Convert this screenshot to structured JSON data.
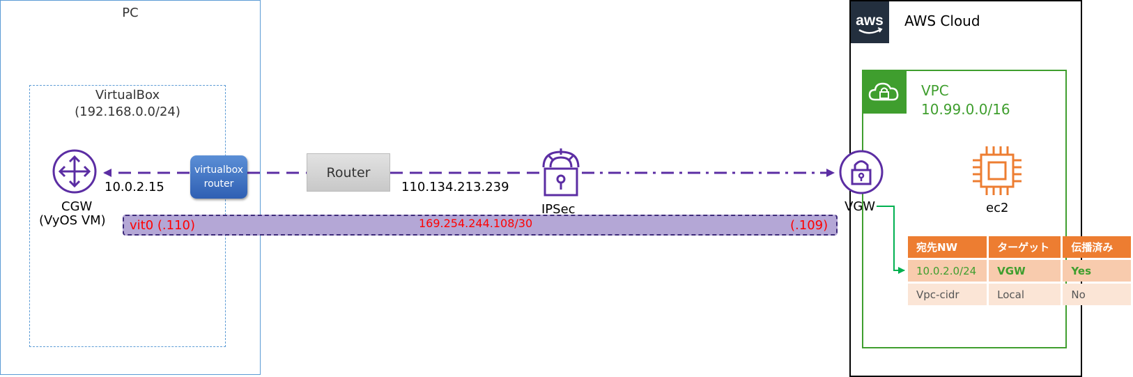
{
  "pc": {
    "label": "PC"
  },
  "virtualbox": {
    "label": "VirtualBox",
    "subnet": "(192.168.0.0/24)"
  },
  "cgw": {
    "name": "CGW",
    "description": "(VyOS VM)",
    "ip": "10.0.2.15"
  },
  "vbox_router": {
    "line1": "virtualbox",
    "line2": "router"
  },
  "router": {
    "label": "Router",
    "public_ip": "110.134.213.239"
  },
  "ipsec": {
    "label": "IPSec"
  },
  "vgw": {
    "label": "VGW"
  },
  "aws": {
    "label": "AWS Cloud",
    "logo_text": "aws"
  },
  "vpc": {
    "label": "VPC",
    "cidr": "10.99.0.0/16"
  },
  "ec2": {
    "label": "ec2"
  },
  "tunnel": {
    "left_label": "vit0 (.110)",
    "cidr": "169.254.244.108/30",
    "right_label": "(.109)"
  },
  "route_table": {
    "headers": [
      "宛先NW",
      "ターゲット",
      "伝播済み"
    ],
    "rows": [
      [
        "10.0.2.0/24",
        "VGW",
        "Yes"
      ],
      [
        "Vpc-cidr",
        "Local",
        "No"
      ]
    ]
  },
  "colors": {
    "pc_border": "#5b9bd5",
    "vpc_green": "#3f9e2e",
    "connection_purple": "#5b2da3",
    "ec2_orange": "#ed7d31",
    "tunnel_fill": "#b4a7d6",
    "table_header": "#ed7d31"
  }
}
